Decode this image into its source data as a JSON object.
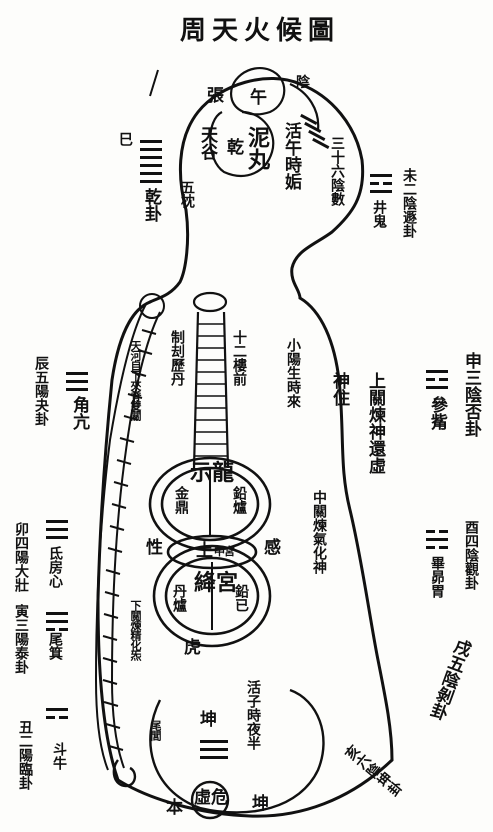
{
  "title": "周天火候圖",
  "head": {
    "top_circle": "泥丸",
    "zhang": "張",
    "wu": "午",
    "yin": "陰",
    "tiangu": "天谷",
    "qian": "乾",
    "niwan": "泥丸",
    "wuzhen": "五枕",
    "noon_note": "活午時姤",
    "bead_note": "三十六陰數",
    "left_col": "巳",
    "left_trigram_label": "乾卦",
    "right_mark": "姤"
  },
  "right_labels": {
    "r1": "未二陰遯卦",
    "r1_b": "井鬼",
    "r2": "申三陰否卦",
    "r2_b": "參觜",
    "r3": "酉四陰觀卦",
    "r3_b": "畢昴胃",
    "r4": "戌五陰剝卦",
    "r5": "亥六陰坤卦"
  },
  "left_labels": {
    "l1": "辰五陽夬卦",
    "l1_b": "角亢",
    "l2": "卯四陽大壯",
    "l2_b": "氐房心",
    "l3": "寅三陽泰卦",
    "l3_b": "尾箕",
    "l4": "丑二陽臨卦",
    "l4_b": "斗牛"
  },
  "body": {
    "shier_lou": "十二樓前",
    "zhiji": "制刦歷丹",
    "left_spine_text": "天河自下夾脊雙關",
    "shang_tian": "上關煉神還虛",
    "zhong_tian": "中關煉氣化神",
    "chuzhu": "神住",
    "right_inner": "小陽生時來",
    "upper_dantian_top": "示龍",
    "upper_left": "金鼎",
    "upper_right": "鉛爐",
    "zhong": "土",
    "zhong_label": "中宮",
    "xing": "性",
    "gan": "感",
    "lower_dantian": "絳宮",
    "lower_left": "丹爐",
    "lower_right": "鉛已",
    "tiger": "虎",
    "zi_note": "活子時夜半",
    "kun": "坤",
    "left_lower_text": "下關煉精化炁",
    "bottom_left": "尾閭",
    "bottom_center": "虛危",
    "bottom_right_mark": "坤",
    "bottom_left_mark": "本"
  }
}
